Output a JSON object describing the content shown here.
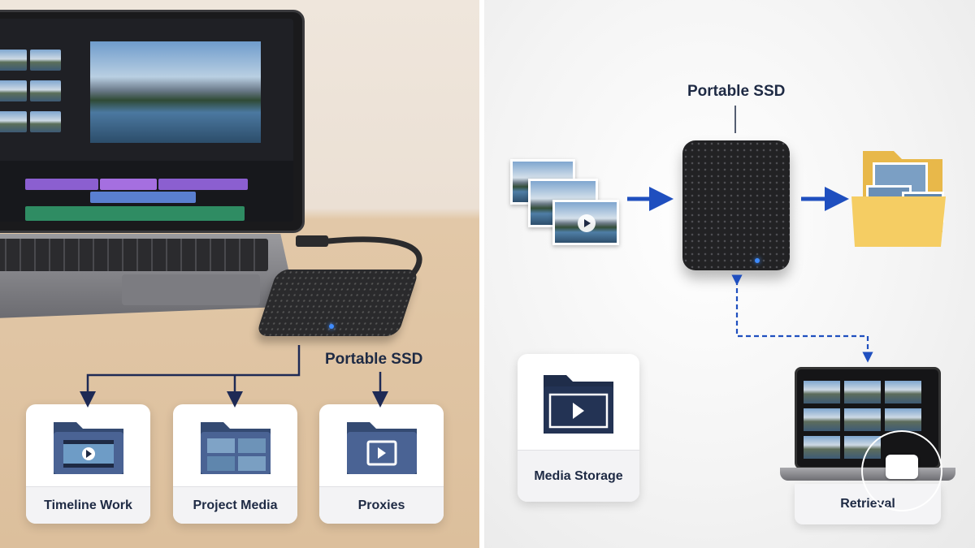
{
  "left": {
    "ssd_label": "Portable SSD",
    "cards": [
      {
        "label": "Timeline Work",
        "icon": "film-folder-icon"
      },
      {
        "label": "Project Media",
        "icon": "photo-folder-icon"
      },
      {
        "label": "Proxies",
        "icon": "video-folder-icon"
      }
    ]
  },
  "right": {
    "ssd_label": "Portable SSD",
    "storage_card": {
      "label": "Media Storage",
      "icon": "media-folder-icon"
    },
    "retrieval": {
      "label": "Retrieval",
      "icon": "laptop-icon"
    }
  },
  "colors": {
    "arrow_blue": "#1f4fbf",
    "connector_navy": "#1e2a55",
    "folder_navy": "#3b4f7a",
    "folder_yellow": "#f3c659",
    "label_text": "#1e2a44"
  }
}
